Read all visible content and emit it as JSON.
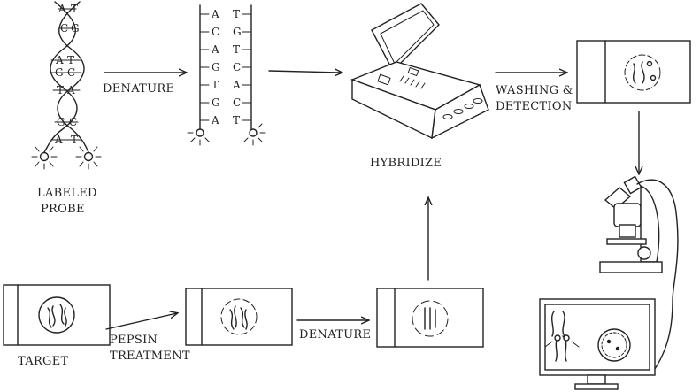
{
  "labels": {
    "denature_top": "DENATURE",
    "hybridize": "HYBRIDIZE",
    "washing_line1": "WASHING &",
    "washing_line2": "DETECTION",
    "labeled_line1": "LABELED",
    "labeled_line2": "PROBE",
    "target": "TARGET",
    "pepsin_line1": "PEPSIN",
    "pepsin_line2": "TREATMENT",
    "denature_bottom": "DENATURE"
  },
  "helix_bases": [
    "A",
    "T",
    "C",
    "G",
    "A",
    "T",
    "G",
    "C",
    "T",
    "A",
    "G",
    "C",
    "A",
    "T"
  ],
  "strand_left": [
    "A",
    "C",
    "A",
    "G",
    "T",
    "G",
    "A"
  ],
  "strand_right": [
    "T",
    "G",
    "T",
    "C",
    "A",
    "C",
    "T"
  ]
}
